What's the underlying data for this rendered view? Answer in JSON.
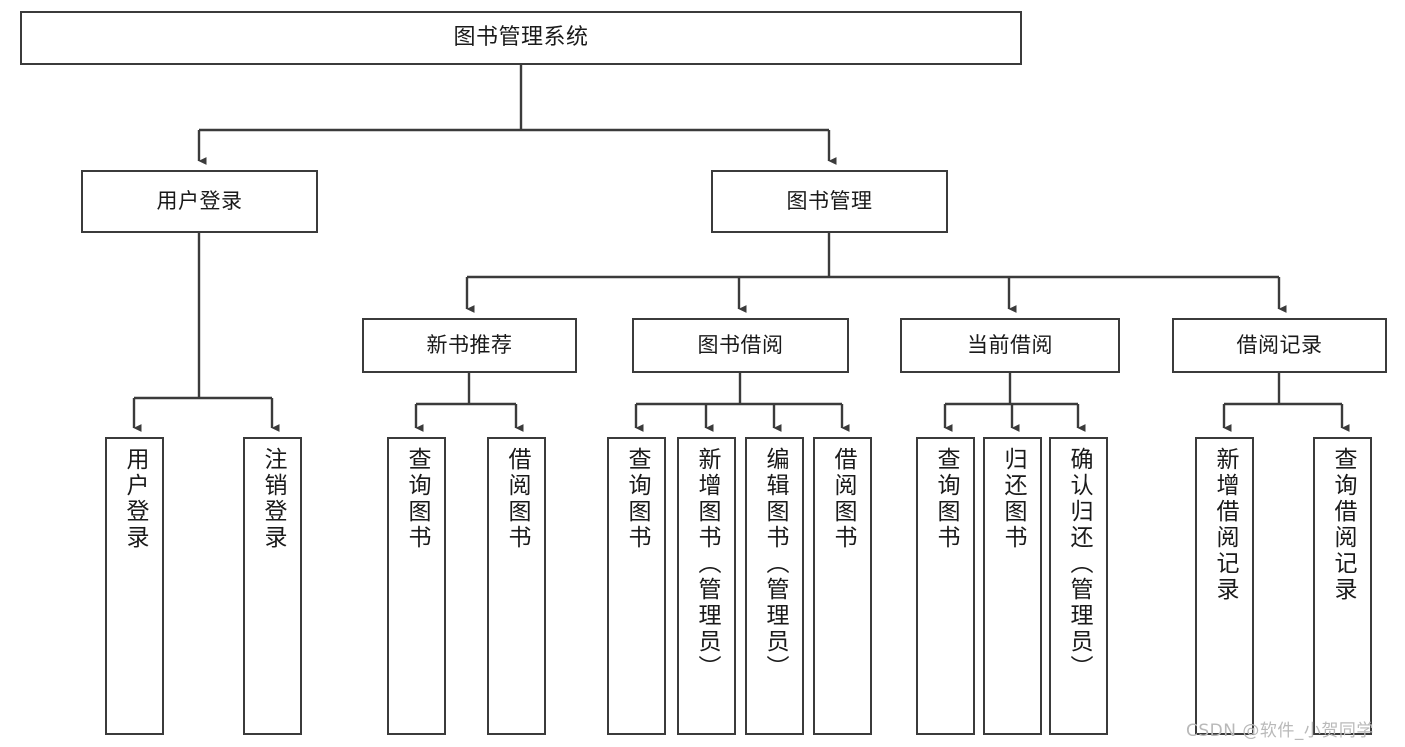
{
  "diagram": {
    "title": "图书管理系统",
    "type": "hierarchy-tree",
    "watermark": "CSDN @软件_小贺同学",
    "colors": {
      "node_border": "#3b3b3b",
      "node_fill": "#ffffff",
      "edge": "#3b3b3b",
      "text": "#1a1a1a",
      "watermark": "#b9b9b9",
      "background": "#ffffff"
    },
    "levels": {
      "level1": [
        {
          "id": "root",
          "label": "图书管理系统"
        }
      ],
      "level2": [
        {
          "id": "user-login",
          "label": "用户登录",
          "parent": "root"
        },
        {
          "id": "book-manage",
          "label": "图书管理",
          "parent": "root"
        }
      ],
      "level3": [
        {
          "id": "new-book-rec",
          "label": "新书推荐",
          "parent": "book-manage"
        },
        {
          "id": "book-borrow",
          "label": "图书借阅",
          "parent": "book-manage"
        },
        {
          "id": "current-borrow",
          "label": "当前借阅",
          "parent": "book-manage"
        },
        {
          "id": "borrow-record",
          "label": "借阅记录",
          "parent": "book-manage"
        }
      ],
      "level4": [
        {
          "id": "leaf-user-login",
          "label": "用户登录",
          "parent": "user-login"
        },
        {
          "id": "leaf-logout",
          "label": "注销登录",
          "parent": "user-login"
        },
        {
          "id": "leaf-query-book-1",
          "label": "查询图书",
          "parent": "new-book-rec"
        },
        {
          "id": "leaf-borrow-book-1",
          "label": "借阅图书",
          "parent": "new-book-rec"
        },
        {
          "id": "leaf-query-book-2",
          "label": "查询图书",
          "parent": "book-borrow"
        },
        {
          "id": "leaf-add-book",
          "label": "新增图书（管理员）",
          "parent": "book-borrow"
        },
        {
          "id": "leaf-edit-book",
          "label": "编辑图书（管理员）",
          "parent": "book-borrow"
        },
        {
          "id": "leaf-borrow-book-2",
          "label": "借阅图书",
          "parent": "book-borrow"
        },
        {
          "id": "leaf-query-book-3",
          "label": "查询图书",
          "parent": "current-borrow"
        },
        {
          "id": "leaf-return-book",
          "label": "归还图书",
          "parent": "current-borrow"
        },
        {
          "id": "leaf-confirm-return",
          "label": "确认归还（管理员）",
          "parent": "current-borrow"
        },
        {
          "id": "leaf-add-record",
          "label": "新增借阅记录",
          "parent": "borrow-record"
        },
        {
          "id": "leaf-query-record",
          "label": "查询借阅记录",
          "parent": "borrow-record"
        }
      ]
    }
  }
}
